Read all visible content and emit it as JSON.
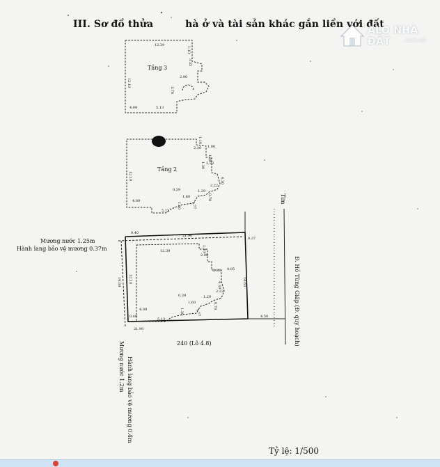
{
  "document": {
    "heading_left": "III. Sơ đồ thửa",
    "heading_right": "hà ở và tài sản khác gắn liền với đất",
    "scale": "Tỷ lệ: 1/500"
  },
  "watermark": {
    "brand": "ALO NHÀ ĐẤT",
    "domain": ".com.vn",
    "icon": "house-icon"
  },
  "floor3": {
    "label": "Tầng 3",
    "dims": [
      "12.39",
      "12.10",
      "1.10",
      "3.35",
      "2.90",
      "3.76",
      "4.09",
      "5.13"
    ]
  },
  "floor2": {
    "label": "Tầng 2",
    "dims": [
      "1.10",
      "2.30",
      "1.00",
      "1.80",
      "2.23",
      "1.30",
      "4.30",
      "12.10",
      "2.22",
      "0.39",
      "1.29",
      "0.78",
      "1.60",
      "1.30",
      "1.77",
      "4.09",
      "5.13"
    ]
  },
  "lot": {
    "top_edge": "21.90",
    "bottom_edge": "21.90",
    "top_offset": "0.40",
    "bottom_offset": "0.40",
    "left_side": "14.69",
    "right_side": "14.63",
    "right_offset": "0.37",
    "road_setback": "4.50",
    "house_dims": [
      "12.39",
      "1.10",
      "2.90",
      "2.23",
      "4.05",
      "4.30",
      "12.10",
      "2.22",
      "0.39",
      "1.29",
      "0.78",
      "1.60",
      "1.30",
      "1.77",
      "4.09",
      "5.13"
    ],
    "parcel_label": "240 (Lô 4.8)",
    "canal_label": "Mương nước 1.25m",
    "canal_corridor_label": "Hành lang bảo vệ mương 0.37m",
    "bottom_canal_label": "Mương nước 1.2m",
    "bottom_corridor_label": "Hành lang bảo vệ mương 0.4m",
    "road_label": "Đ. Hồ Tùng Giáp (Đ. quy hoạch)",
    "road_center_label": "Tim"
  }
}
